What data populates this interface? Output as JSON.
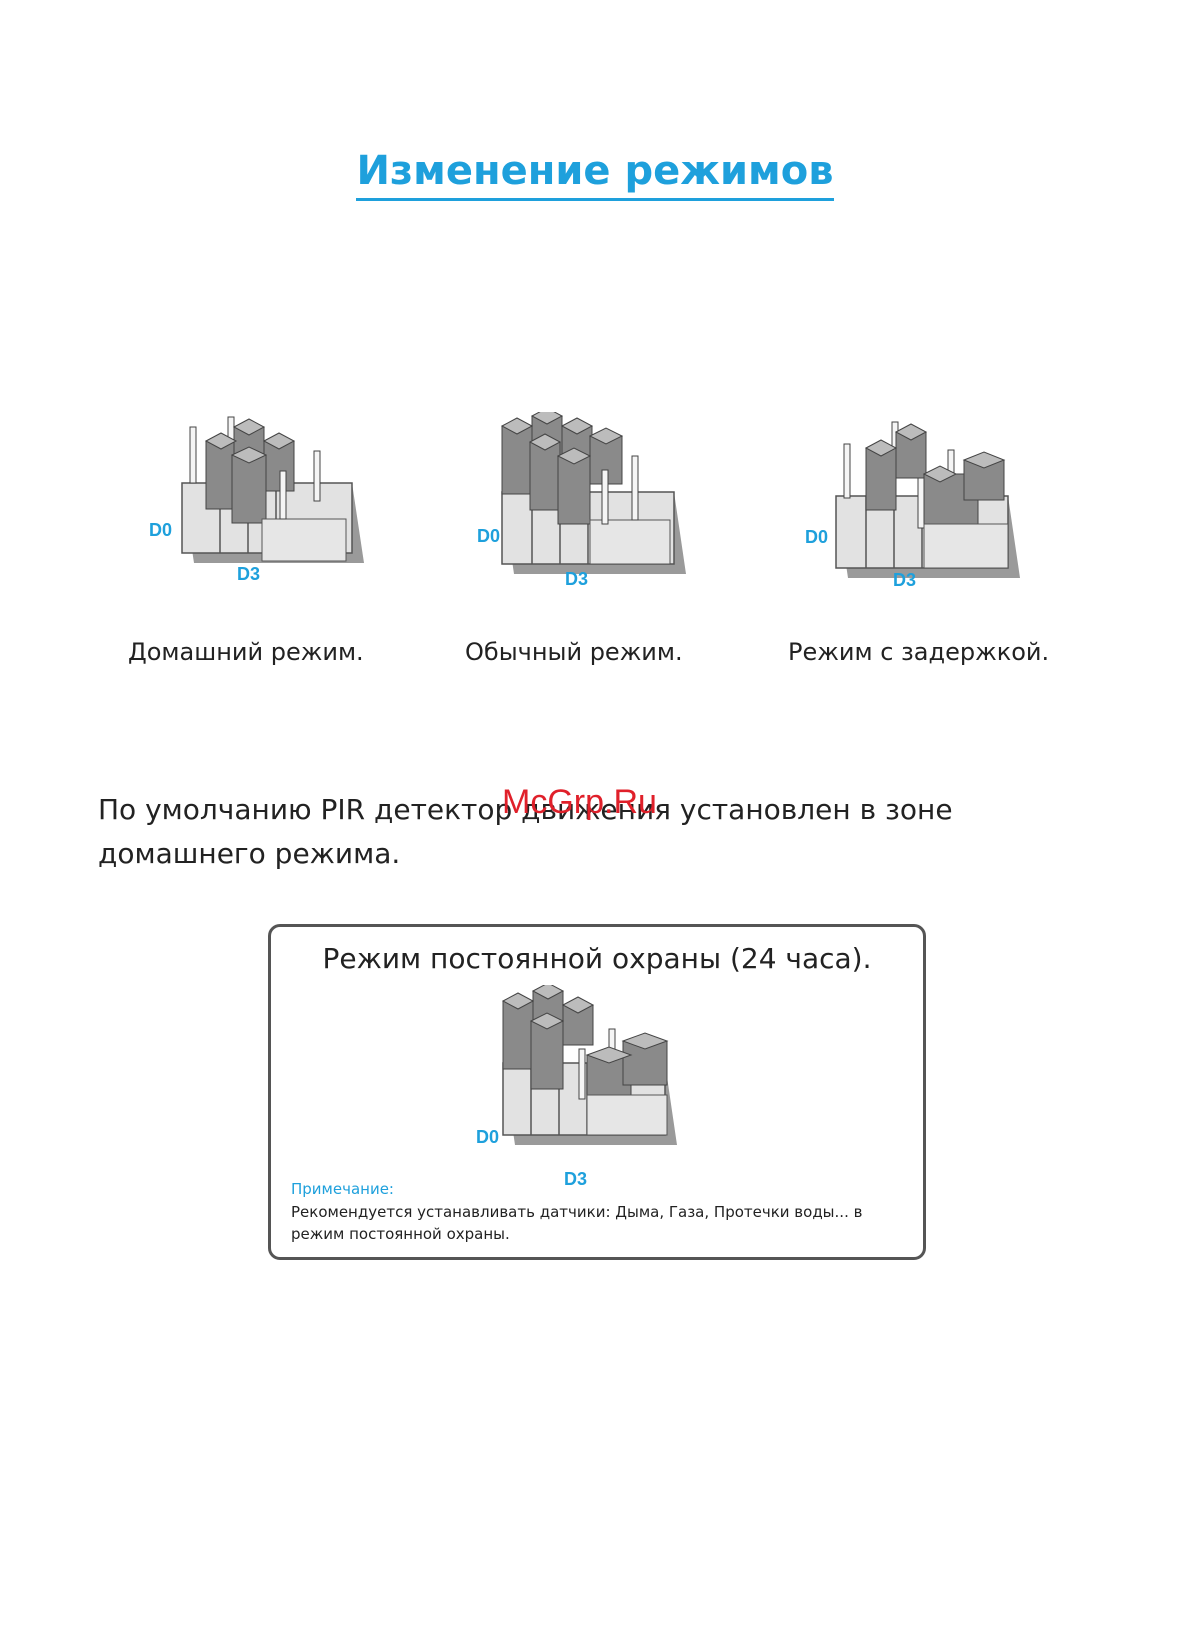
{
  "colors": {
    "accent": "#1ea0dc",
    "text": "#222222",
    "watermark": "#e0202a",
    "jumper_dark": "#8a8a8a",
    "jumper_light": "#d8d8d8",
    "box_border": "#555555"
  },
  "title": "Изменение режимов",
  "modes": [
    {
      "label": "Домашний режим.",
      "d0": "D0",
      "d3": "D3"
    },
    {
      "label": "Обычный режим.",
      "d0": "D0",
      "d3": "D3"
    },
    {
      "label": "Режим с задержкой.",
      "d0": "D0",
      "d3": "D3"
    }
  ],
  "paragraph": "По умолчанию PIR детектор движения установлен в зоне домашнего режима.",
  "watermark": "McGrp.Ru",
  "box": {
    "title": "Режим постоянной охраны (24 часа).",
    "d0": "D0",
    "d3": "D3",
    "note_title": "Примечание:",
    "note_text": "Рекомендуется устанавливать датчики: Дыма, Газа, Протечки воды... в режим постоянной охраны."
  }
}
